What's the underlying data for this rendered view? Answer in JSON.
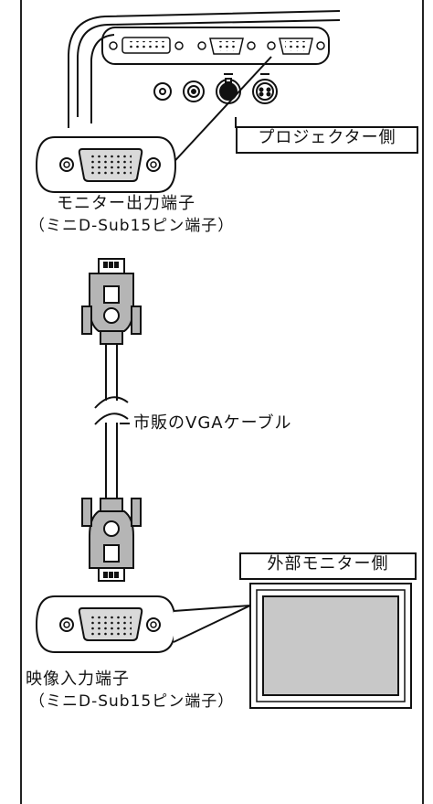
{
  "labels": {
    "projector_side": "プロジェクター側",
    "monitor_out_line1": "モニター出力端子",
    "monitor_out_line2": "（ミニD-Sub15ピン端子）",
    "cable": "市販のVGAケーブル",
    "external_monitor_side": "外部モニター側",
    "video_in_line1": "映像入力端子",
    "video_in_line2": "（ミニD-Sub15ピン端子）"
  },
  "colors": {
    "stroke": "#111111",
    "connector_fill": "#d9d9d9",
    "plug_fill": "#b5b5b5",
    "screen_fill": "#c8c8c8"
  }
}
